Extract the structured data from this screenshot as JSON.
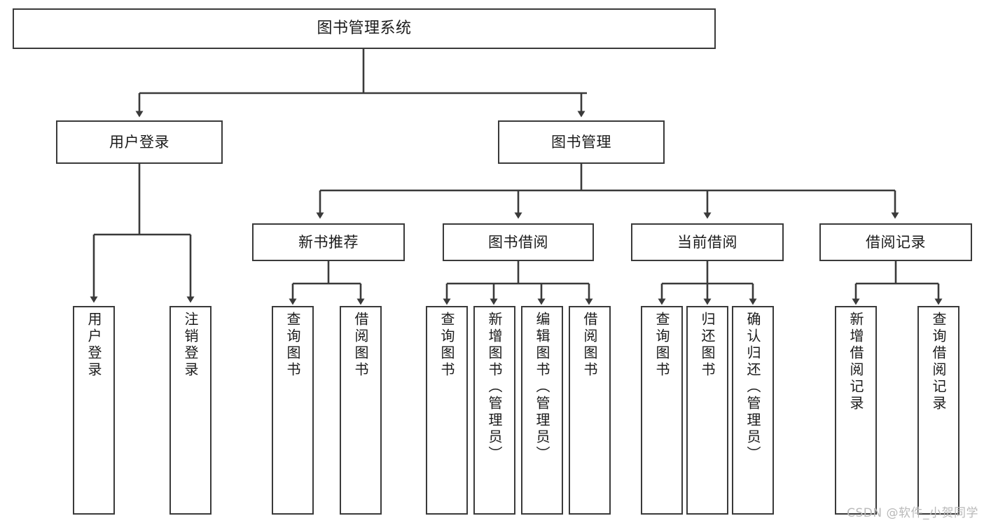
{
  "diagram": {
    "title": "图书管理系统",
    "type": "功能结构图",
    "colors": {
      "stroke": "#3a3a3a",
      "fill": "#ffffff",
      "text": "#1b1b1b",
      "watermark": "#b9b9b9"
    },
    "watermark": "CSDN @软件_小贺同学",
    "nodes": {
      "root": {
        "label": "图书管理系统"
      },
      "level1": [
        {
          "id": "user-login",
          "label": "用户登录"
        },
        {
          "id": "book-manage",
          "label": "图书管理"
        }
      ],
      "level2": [
        {
          "id": "new-book-recommend",
          "label": "新书推荐"
        },
        {
          "id": "book-borrow",
          "label": "图书借阅"
        },
        {
          "id": "current-borrow",
          "label": "当前借阅"
        },
        {
          "id": "borrow-record",
          "label": "借阅记录"
        }
      ],
      "leaves": {
        "user-login": [
          {
            "id": "login",
            "label": "用户登录"
          },
          {
            "id": "logout",
            "label": "注销登录"
          }
        ],
        "new-book-recommend": [
          {
            "id": "query-book-1",
            "label": "查询图书"
          },
          {
            "id": "borrow-book-1",
            "label": "借阅图书"
          }
        ],
        "book-borrow": [
          {
            "id": "query-book-2",
            "label": "查询图书"
          },
          {
            "id": "add-book",
            "label": "新增图书（管理员）"
          },
          {
            "id": "edit-book",
            "label": "编辑图书（管理员）"
          },
          {
            "id": "borrow-book-2",
            "label": "借阅图书"
          }
        ],
        "current-borrow": [
          {
            "id": "query-book-3",
            "label": "查询图书"
          },
          {
            "id": "return-book",
            "label": "归还图书"
          },
          {
            "id": "confirm-return",
            "label": "确认归还（管理员）"
          }
        ],
        "borrow-record": [
          {
            "id": "add-record",
            "label": "新增借阅记录"
          },
          {
            "id": "query-record",
            "label": "查询借阅记录"
          }
        ]
      }
    },
    "edges": [
      {
        "from": "root",
        "to": "user-login"
      },
      {
        "from": "root",
        "to": "book-manage"
      },
      {
        "from": "user-login",
        "to": "login"
      },
      {
        "from": "user-login",
        "to": "logout"
      },
      {
        "from": "book-manage",
        "to": "new-book-recommend"
      },
      {
        "from": "book-manage",
        "to": "book-borrow"
      },
      {
        "from": "book-manage",
        "to": "current-borrow"
      },
      {
        "from": "book-manage",
        "to": "borrow-record"
      },
      {
        "from": "new-book-recommend",
        "to": "query-book-1"
      },
      {
        "from": "new-book-recommend",
        "to": "borrow-book-1"
      },
      {
        "from": "book-borrow",
        "to": "query-book-2"
      },
      {
        "from": "book-borrow",
        "to": "add-book"
      },
      {
        "from": "book-borrow",
        "to": "edit-book"
      },
      {
        "from": "book-borrow",
        "to": "borrow-book-2"
      },
      {
        "from": "current-borrow",
        "to": "query-book-3"
      },
      {
        "from": "current-borrow",
        "to": "return-book"
      },
      {
        "from": "current-borrow",
        "to": "confirm-return"
      },
      {
        "from": "borrow-record",
        "to": "add-record"
      },
      {
        "from": "borrow-record",
        "to": "query-record"
      }
    ]
  }
}
